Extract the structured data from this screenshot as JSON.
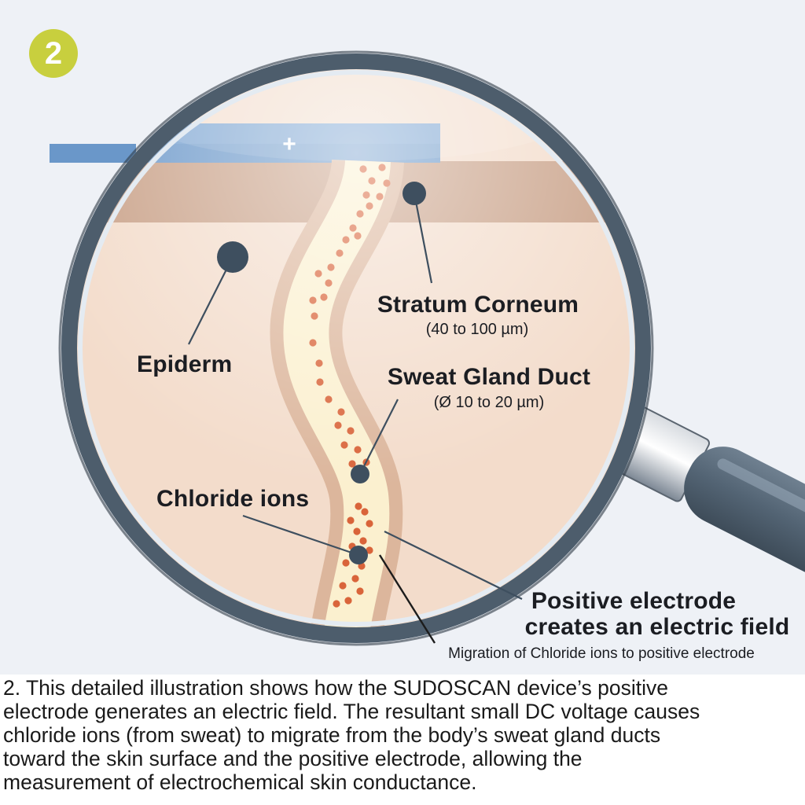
{
  "badge": {
    "number": "2"
  },
  "electrode": {
    "symbol": "+"
  },
  "labels": {
    "stratum_corneum": "Stratum Corneum",
    "stratum_corneum_size": "(40 to 100 µm)",
    "epiderm": "Epiderm",
    "sweat_gland_duct": "Sweat Gland Duct",
    "sweat_gland_duct_size": "(Ø 10 to 20 µm)",
    "chloride_ions": "Chloride ions",
    "positive_electrode_line1": "Positive electrode",
    "positive_electrode_line2": "creates an electric field",
    "migration": "Migration of Chloride ions to positive electrode"
  },
  "caption": {
    "lines": [
      "2. This detailed illustration shows how the SUDOSCAN device’s positive",
      "electrode generates an electric field. The resultant small DC voltage causes",
      "chloride ions (from sweat) to migrate from the body’s sweat gland ducts",
      "toward the skin surface and the positive electrode, allowing the",
      "measurement of electrochemical skin conductance."
    ]
  },
  "colors": {
    "background": "#eef1f6",
    "badge": "#c8cf3e",
    "electrode": "#6a97c9",
    "stratum_corneum": "#c9a188",
    "epidermis": "#f3dccb",
    "duct_fill": "#fbf0cf",
    "duct_wall": "#dcb69c",
    "ions": "#d9643a",
    "magnifier_frame": "#4d5d6c",
    "callout_dot": "#3e4f5f"
  }
}
